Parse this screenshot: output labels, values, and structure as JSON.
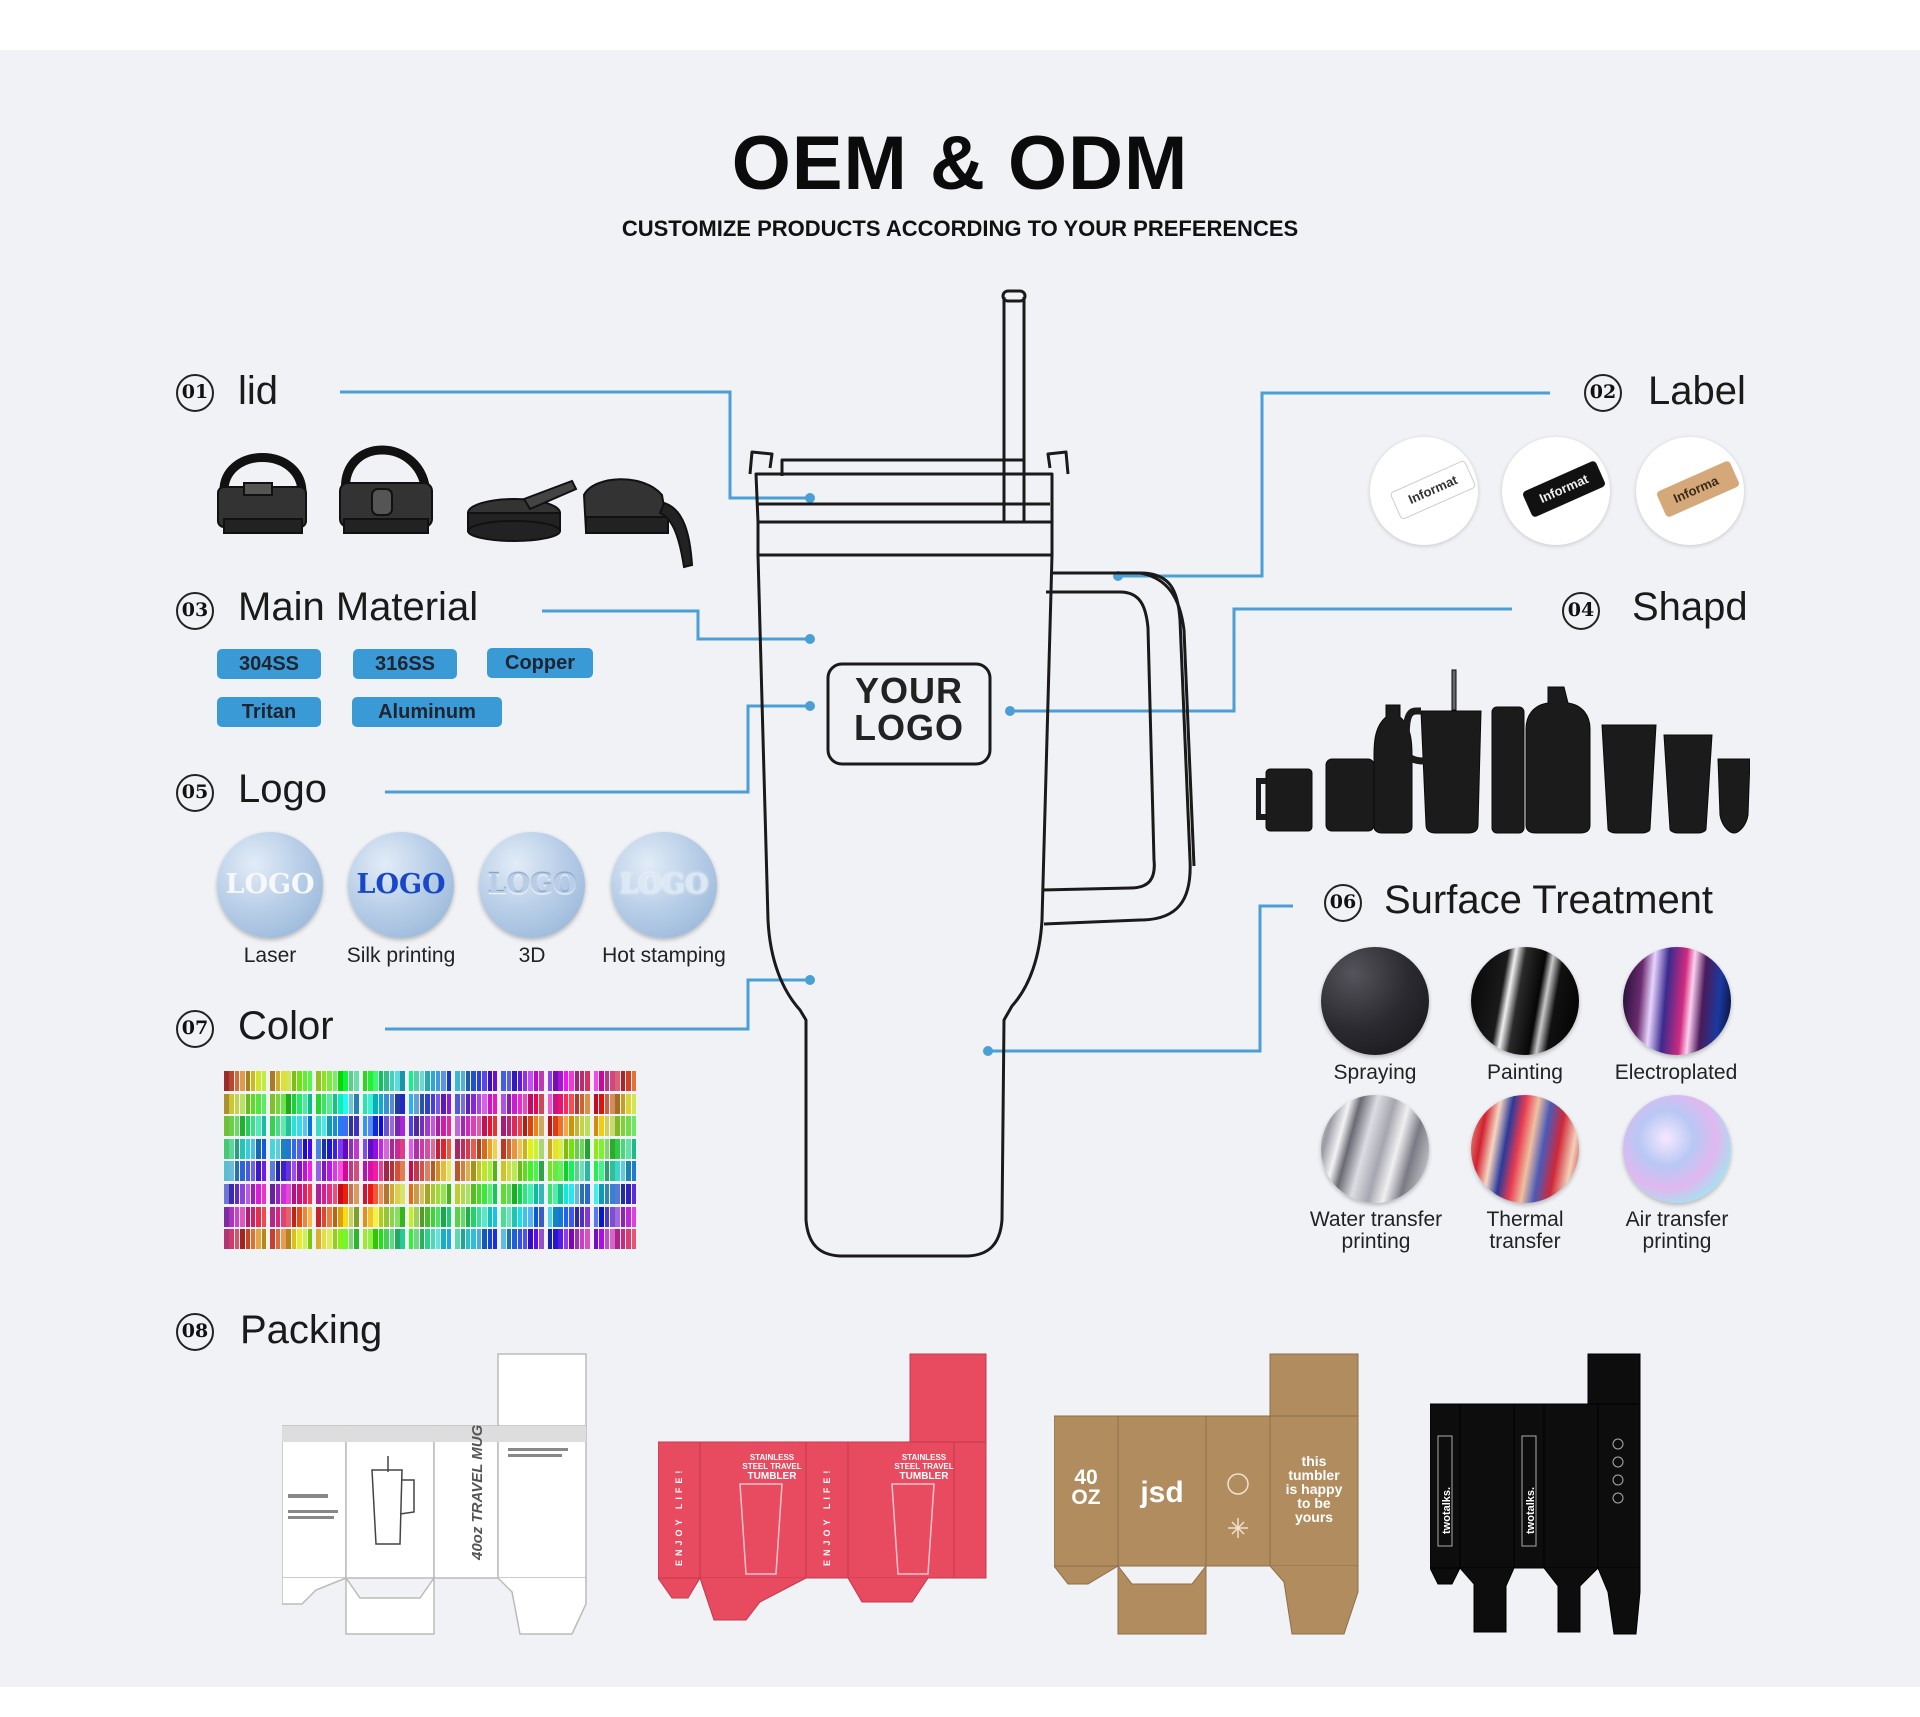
{
  "header": {
    "title": "OEM & ODM",
    "subtitle": "CUSTOMIZE PRODUCTS ACCORDING TO YOUR PREFERENCES"
  },
  "center": {
    "logo_line1": "YOUR",
    "logo_line2": "LOGO"
  },
  "sections": {
    "lid": {
      "num": "01",
      "title": "lid"
    },
    "label": {
      "num": "02",
      "title": "Label",
      "tags": [
        "Informat",
        "Informat",
        "Informa"
      ]
    },
    "material": {
      "num": "03",
      "title": "Main Material",
      "items": [
        "304SS",
        "316SS",
        "Copper",
        "Tritan",
        "Aluminum"
      ]
    },
    "shape": {
      "num": "04",
      "title": "Shapd"
    },
    "logo": {
      "num": "05",
      "title": "Logo",
      "disc_text": "LOGO",
      "items": [
        "Laser",
        "Silk printing",
        "3D",
        "Hot stamping"
      ]
    },
    "surface": {
      "num": "06",
      "title": "Surface Treatment",
      "items": [
        [
          "Spraying"
        ],
        [
          "Painting"
        ],
        [
          "Electroplated"
        ],
        [
          "Water transfer",
          "printing"
        ],
        [
          "Thermal",
          "transfer"
        ],
        [
          "Air transfer",
          "printing"
        ]
      ]
    },
    "color": {
      "num": "07",
      "title": "Color"
    },
    "packing": {
      "num": "08",
      "title": "Packing",
      "box2": {
        "text1": "STAINLESS\nSTEEL TRAVEL\nTUMBLER",
        "side": "ENJOY LIFE!"
      },
      "box3": {
        "cap": "40\nOZ",
        "brand": "jsd",
        "slogan": "this\ntumbler\nis happy\nto be\nyours"
      },
      "box4": {
        "brand": "twotalks."
      },
      "box1": {
        "mug": "40oz\nTRAVEL MUG"
      }
    }
  },
  "colors": {
    "accent_line": "#4a9fd4",
    "pill_bg": "#3a9ad6",
    "pack_red": "#e84a5f",
    "pack_kraft": "#b08c5e",
    "pack_black": "#0d0d0d"
  }
}
